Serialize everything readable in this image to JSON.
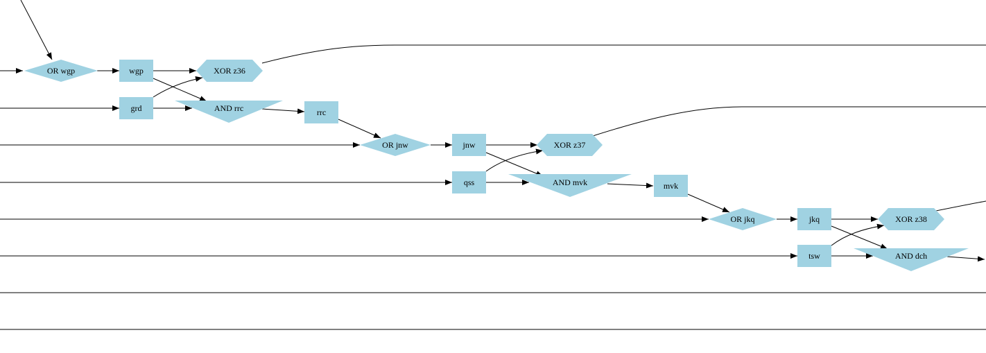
{
  "colors": {
    "node_fill": "#a0d2e2",
    "edge": "#000000",
    "background": "#ffffff"
  },
  "gates": [
    {
      "id": "or_wgp",
      "label": "OR wgp",
      "shape": "diamond"
    },
    {
      "id": "xor_z36",
      "label": "XOR z36",
      "shape": "hexagon"
    },
    {
      "id": "and_rrc",
      "label": "AND rrc",
      "shape": "inverted-triangle"
    },
    {
      "id": "or_jnw",
      "label": "OR jnw",
      "shape": "diamond"
    },
    {
      "id": "xor_z37",
      "label": "XOR z37",
      "shape": "hexagon"
    },
    {
      "id": "and_mvk",
      "label": "AND mvk",
      "shape": "inverted-triangle"
    },
    {
      "id": "or_jkq",
      "label": "OR jkq",
      "shape": "diamond"
    },
    {
      "id": "xor_z38",
      "label": "XOR z38",
      "shape": "hexagon"
    },
    {
      "id": "and_dch",
      "label": "AND dch",
      "shape": "inverted-triangle"
    }
  ],
  "wires": [
    {
      "id": "wgp",
      "label": "wgp"
    },
    {
      "id": "grd",
      "label": "grd"
    },
    {
      "id": "rrc",
      "label": "rrc"
    },
    {
      "id": "jnw",
      "label": "jnw"
    },
    {
      "id": "qss",
      "label": "qss"
    },
    {
      "id": "mvk",
      "label": "mvk"
    },
    {
      "id": "jkq",
      "label": "jkq"
    },
    {
      "id": "tsw",
      "label": "tsw"
    }
  ],
  "edges": [
    [
      "or_wgp",
      "wgp"
    ],
    [
      "wgp",
      "xor_z36"
    ],
    [
      "wgp",
      "and_rrc"
    ],
    [
      "grd",
      "xor_z36"
    ],
    [
      "grd",
      "and_rrc"
    ],
    [
      "and_rrc",
      "rrc"
    ],
    [
      "rrc",
      "or_jnw"
    ],
    [
      "or_jnw",
      "jnw"
    ],
    [
      "jnw",
      "xor_z37"
    ],
    [
      "jnw",
      "and_mvk"
    ],
    [
      "qss",
      "xor_z37"
    ],
    [
      "qss",
      "and_mvk"
    ],
    [
      "and_mvk",
      "mvk"
    ],
    [
      "mvk",
      "or_jkq"
    ],
    [
      "or_jkq",
      "jkq"
    ],
    [
      "jkq",
      "xor_z38"
    ],
    [
      "jkq",
      "and_dch"
    ],
    [
      "tsw",
      "xor_z38"
    ],
    [
      "tsw",
      "and_dch"
    ]
  ]
}
